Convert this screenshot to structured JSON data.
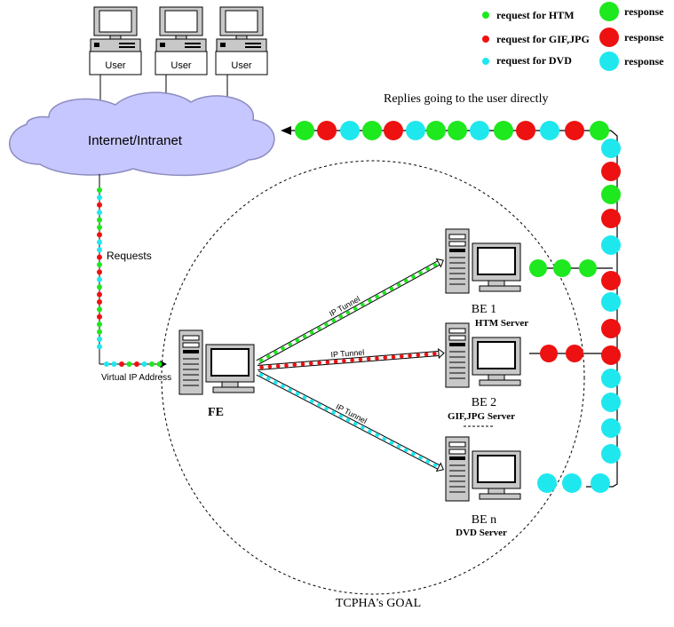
{
  "users": [
    {
      "label": "User"
    },
    {
      "label": "User"
    },
    {
      "label": "User"
    }
  ],
  "legend": [
    {
      "label": "request for HTM",
      "response": "response",
      "color": "#1ee81e"
    },
    {
      "label": "request for GIF,JPG",
      "response": "response",
      "color": "#ee1111"
    },
    {
      "label": "request for DVD",
      "response": "response",
      "color": "#1ee8ee"
    }
  ],
  "cloud_label": "Internet/Intranet",
  "replies_label": "Replies going to the user directly",
  "requests_label": "Requests",
  "vip_label": "Virtual IP Address",
  "tunnel_label": "IP Tunnel",
  "fe_label": "FE",
  "servers": [
    {
      "name": "BE 1",
      "role": "HTM Server"
    },
    {
      "name": "BE 2",
      "role": "GIF,JPG Server"
    },
    {
      "name": "BE n",
      "role": "DVD Server"
    }
  ],
  "goal_label": "TCPHA's GOAL",
  "colors": {
    "htm": "#1ee81e",
    "gif": "#ee1111",
    "dvd": "#1ee8ee"
  }
}
